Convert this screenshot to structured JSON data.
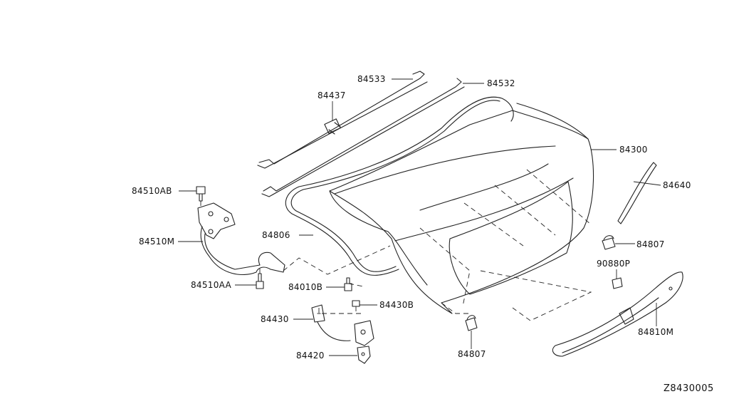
{
  "diagram": {
    "code": "Z8430005",
    "labels": {
      "p84533": "84533",
      "p84532": "84532",
      "p84437": "84437",
      "p84300": "84300",
      "p84640": "84640",
      "p84510AB": "84510AB",
      "p84510M": "84510M",
      "p84806": "84806",
      "p84807_right": "84807",
      "p90880P": "90880P",
      "p84510AA": "84510AA",
      "p84010B": "84010B",
      "p84430B": "84430B",
      "p84430": "84430",
      "p84810M": "84810M",
      "p84420": "84420",
      "p84807_bottom": "84807"
    }
  }
}
